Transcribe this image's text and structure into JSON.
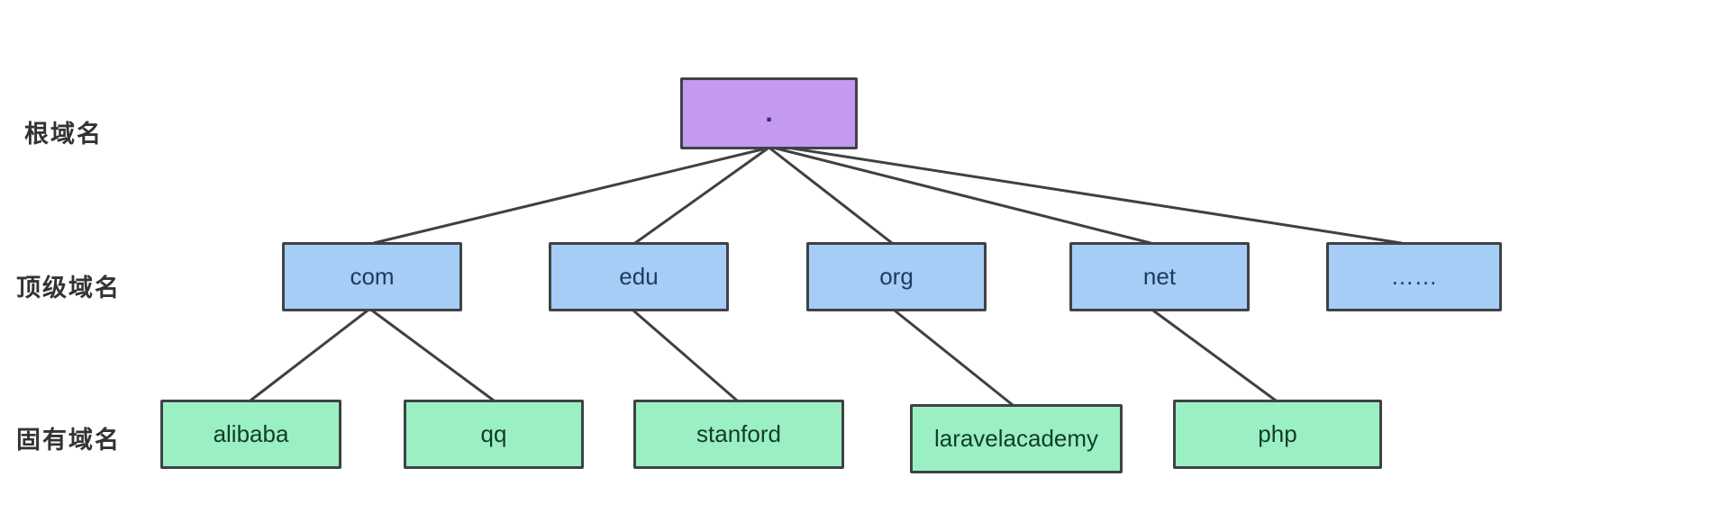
{
  "diagram": {
    "title_implicit": "DNS domain name hierarchy",
    "row_labels": {
      "root": "根域名",
      "tld": "顶级域名",
      "domain": "固有域名"
    },
    "root": {
      "label": "."
    },
    "tlds": [
      {
        "label": "com"
      },
      {
        "label": "edu"
      },
      {
        "label": "org"
      },
      {
        "label": "net"
      },
      {
        "label": "……"
      }
    ],
    "domains": [
      {
        "label": "alibaba"
      },
      {
        "label": "qq"
      },
      {
        "label": "stanford"
      },
      {
        "label": "laravelacademy"
      },
      {
        "label": "php"
      }
    ],
    "edges": [
      {
        "from": "root",
        "to": "com"
      },
      {
        "from": "root",
        "to": "edu"
      },
      {
        "from": "root",
        "to": "org"
      },
      {
        "from": "root",
        "to": "net"
      },
      {
        "from": "root",
        "to": "……"
      },
      {
        "from": "com",
        "to": "alibaba"
      },
      {
        "from": "com",
        "to": "qq"
      },
      {
        "from": "edu",
        "to": "stanford"
      },
      {
        "from": "org",
        "to": "laravelacademy"
      },
      {
        "from": "net",
        "to": "php"
      }
    ],
    "colors": {
      "root_fill": "#c49af0",
      "tld_fill": "#a5cdf5",
      "domain_fill": "#9bf0c3",
      "node_border": "#3f4245",
      "edge_line": "#404040",
      "row_label_text": "#333333",
      "tld_text": "#1d3b5e",
      "domain_text": "#123c2a",
      "background": "#ffffff"
    }
  }
}
